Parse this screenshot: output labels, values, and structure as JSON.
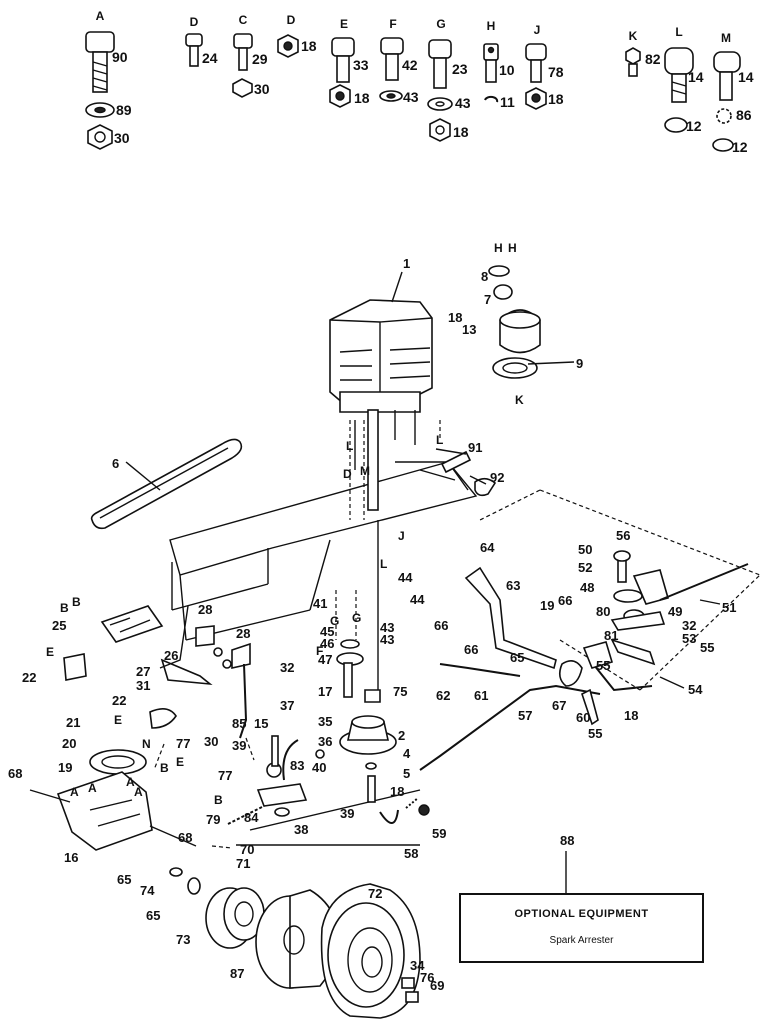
{
  "hardware": [
    {
      "letter": "A",
      "numbers": [
        "90",
        "89",
        "30"
      ]
    },
    {
      "letter": "D",
      "numbers": [
        "24"
      ]
    },
    {
      "letter": "C",
      "numbers": [
        "29",
        "30"
      ]
    },
    {
      "letter": "D",
      "numbers": [
        "18"
      ]
    },
    {
      "letter": "E",
      "numbers": [
        "33",
        "18"
      ]
    },
    {
      "letter": "F",
      "numbers": [
        "42",
        "43"
      ]
    },
    {
      "letter": "G",
      "numbers": [
        "23",
        "43",
        "18"
      ]
    },
    {
      "letter": "H",
      "numbers": [
        "10",
        "11"
      ]
    },
    {
      "letter": "J",
      "numbers": [
        "78",
        "18"
      ]
    },
    {
      "letter": "K",
      "numbers": [
        "82"
      ]
    },
    {
      "letter": "L",
      "numbers": [
        "14",
        "12"
      ]
    },
    {
      "letter": "M",
      "numbers": [
        "14",
        "86",
        "12"
      ]
    }
  ],
  "callouts": [
    "1",
    "8",
    "7",
    "18",
    "13",
    "9",
    "91",
    "92",
    "6",
    "2",
    "4",
    "5",
    "17",
    "75",
    "47",
    "46",
    "45",
    "43",
    "43",
    "44",
    "44",
    "41",
    "28",
    "28",
    "25",
    "26",
    "27",
    "31",
    "32",
    "22",
    "22",
    "21",
    "20",
    "19",
    "16",
    "68",
    "68",
    "65",
    "74",
    "65",
    "73",
    "87",
    "72",
    "34",
    "76",
    "69",
    "70",
    "71",
    "30",
    "85",
    "15",
    "37",
    "35",
    "36",
    "39",
    "83",
    "40",
    "39",
    "38",
    "84",
    "79",
    "77",
    "77",
    "64",
    "63",
    "66",
    "66",
    "19",
    "66",
    "65",
    "62",
    "61",
    "67",
    "57",
    "60",
    "55",
    "50",
    "56",
    "52",
    "48",
    "80",
    "49",
    "51",
    "32",
    "53",
    "81",
    "55",
    "55",
    "54",
    "18",
    "58",
    "18",
    "59",
    "88"
  ],
  "letters": [
    "H",
    "H",
    "K",
    "L",
    "L",
    "D",
    "M",
    "J",
    "L",
    "G",
    "G",
    "F",
    "B",
    "B",
    "E",
    "E",
    "N",
    "B",
    "E",
    "B",
    "A",
    "A",
    "A",
    "A"
  ],
  "optional_equipment": {
    "title": "OPTIONAL EQUIPMENT",
    "item": "Spark Arrester"
  }
}
